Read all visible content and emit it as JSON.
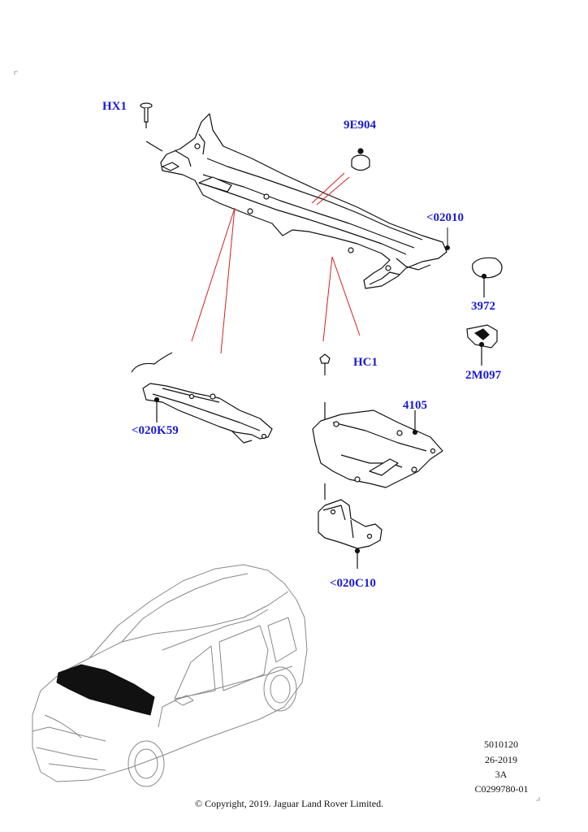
{
  "callouts": {
    "hx1": "HX1",
    "9e904": "9E904",
    "02010": "<02010",
    "3972": "3972",
    "2m097": "2M097",
    "hc1": "HC1",
    "4105": "4105",
    "020k59": "<020K59",
    "020c10": "<020C10"
  },
  "meta": {
    "line1": "5010120",
    "line2": "26-2019",
    "line3": "3A",
    "line4": "C0299780-01"
  },
  "copyright": "© Copyright, 2019. Jaguar Land Rover Limited.",
  "colors": {
    "callout_text": "#1a1ad6",
    "leader_red": "#d42020",
    "line_black": "#111111",
    "highlight_part": "#111111"
  }
}
